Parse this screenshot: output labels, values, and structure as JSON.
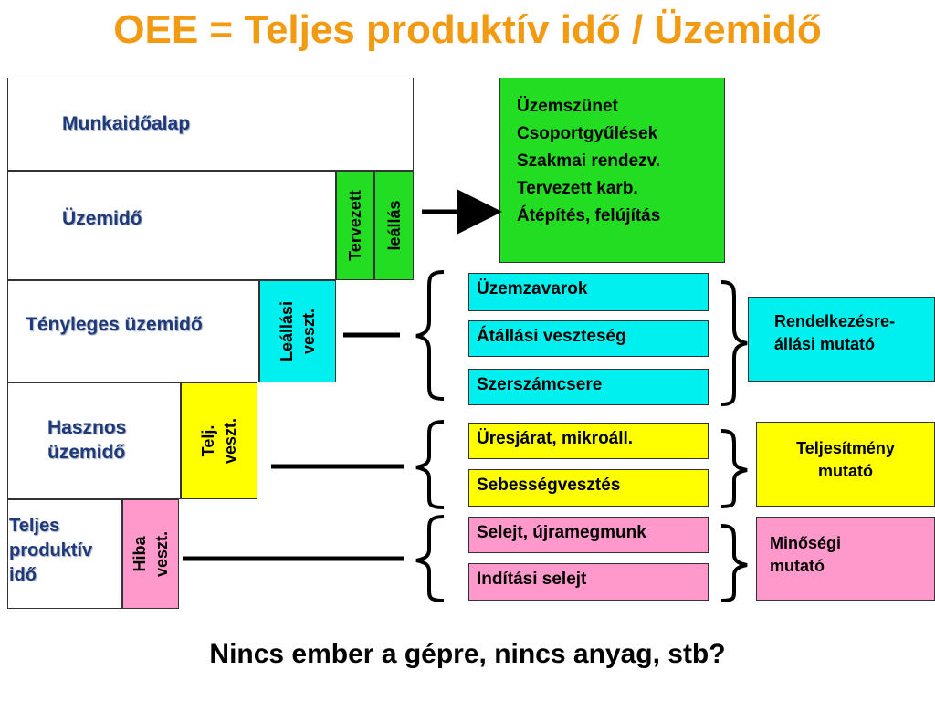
{
  "title": "OEE = Teljes produktív idő / Üzemidő",
  "footer": "Nincs ember a gépre, nincs anyag, stb?",
  "levels": {
    "munkaidoalap": "Munkaidőalap",
    "uzemido": "Üzemidő",
    "tenyleges": "Tényleges üzemidő",
    "hasznos": "Hasznos üzemidő",
    "teljes": "Teljes produktív idő"
  },
  "losses": {
    "tervezett_1": "Tervezett",
    "tervezett_2": "leállás",
    "leallasi_1": "Leállási",
    "leallasi_2": "veszt.",
    "telj_1": "Telj.",
    "telj_2": "veszt.",
    "hiba_1": "Hiba",
    "hiba_2": "veszt."
  },
  "planned_items": [
    "Üzemszünet",
    "Csoportgyűlések",
    "Szakmai rendezv.",
    "Tervezett karb.",
    "Átépítés, felújítás"
  ],
  "availability_items": [
    "Üzemzavarok",
    "Átállási veszteség",
    "Szerszámcsere"
  ],
  "performance_items": [
    "Üresjárat, mikroáll.",
    "Sebességvesztés"
  ],
  "quality_items": [
    "Selejt, újramegmunk",
    "Indítási selejt"
  ],
  "metrics": {
    "availability": "Rendelkezésre-állási mutató",
    "performance": "Teljesítmény mutató",
    "quality": "Minőségi mutató"
  },
  "colors": {
    "title": "#f29a12",
    "green": "#22dd22",
    "cyan": "#00f0f0",
    "yellow": "#ffff00",
    "pink": "#ff99cc",
    "label": "#1f3a7a"
  }
}
